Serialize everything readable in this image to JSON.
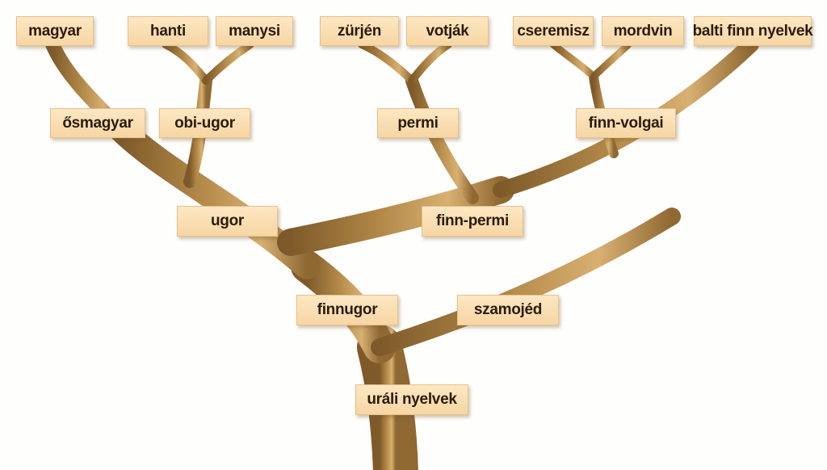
{
  "diagram": {
    "colors": {
      "branch": "#b58b4a",
      "branch_dark": "#7e5a2a",
      "branch_light": "#d8b072",
      "label_fill": "#fbdfb3",
      "label_text": "#2a1b0c"
    },
    "nodes": {
      "magyar": "magyar",
      "hanti": "hanti",
      "manysi": "manysi",
      "zurjen": "zürjén",
      "votjak": "votják",
      "cseremisz": "cseremisz",
      "mordvin": "mordvin",
      "balti_finn": "balti finn nyelvek",
      "osmagyar": "ősmagyar",
      "obi_ugor": "obi-ugor",
      "permi": "permi",
      "finn_volgai": "finn-volgai",
      "ugor": "ugor",
      "finn_permi": "finn-permi",
      "finnugor": "finnugor",
      "szamojed": "szamojéd",
      "urali": "uráli nyelvek"
    }
  }
}
